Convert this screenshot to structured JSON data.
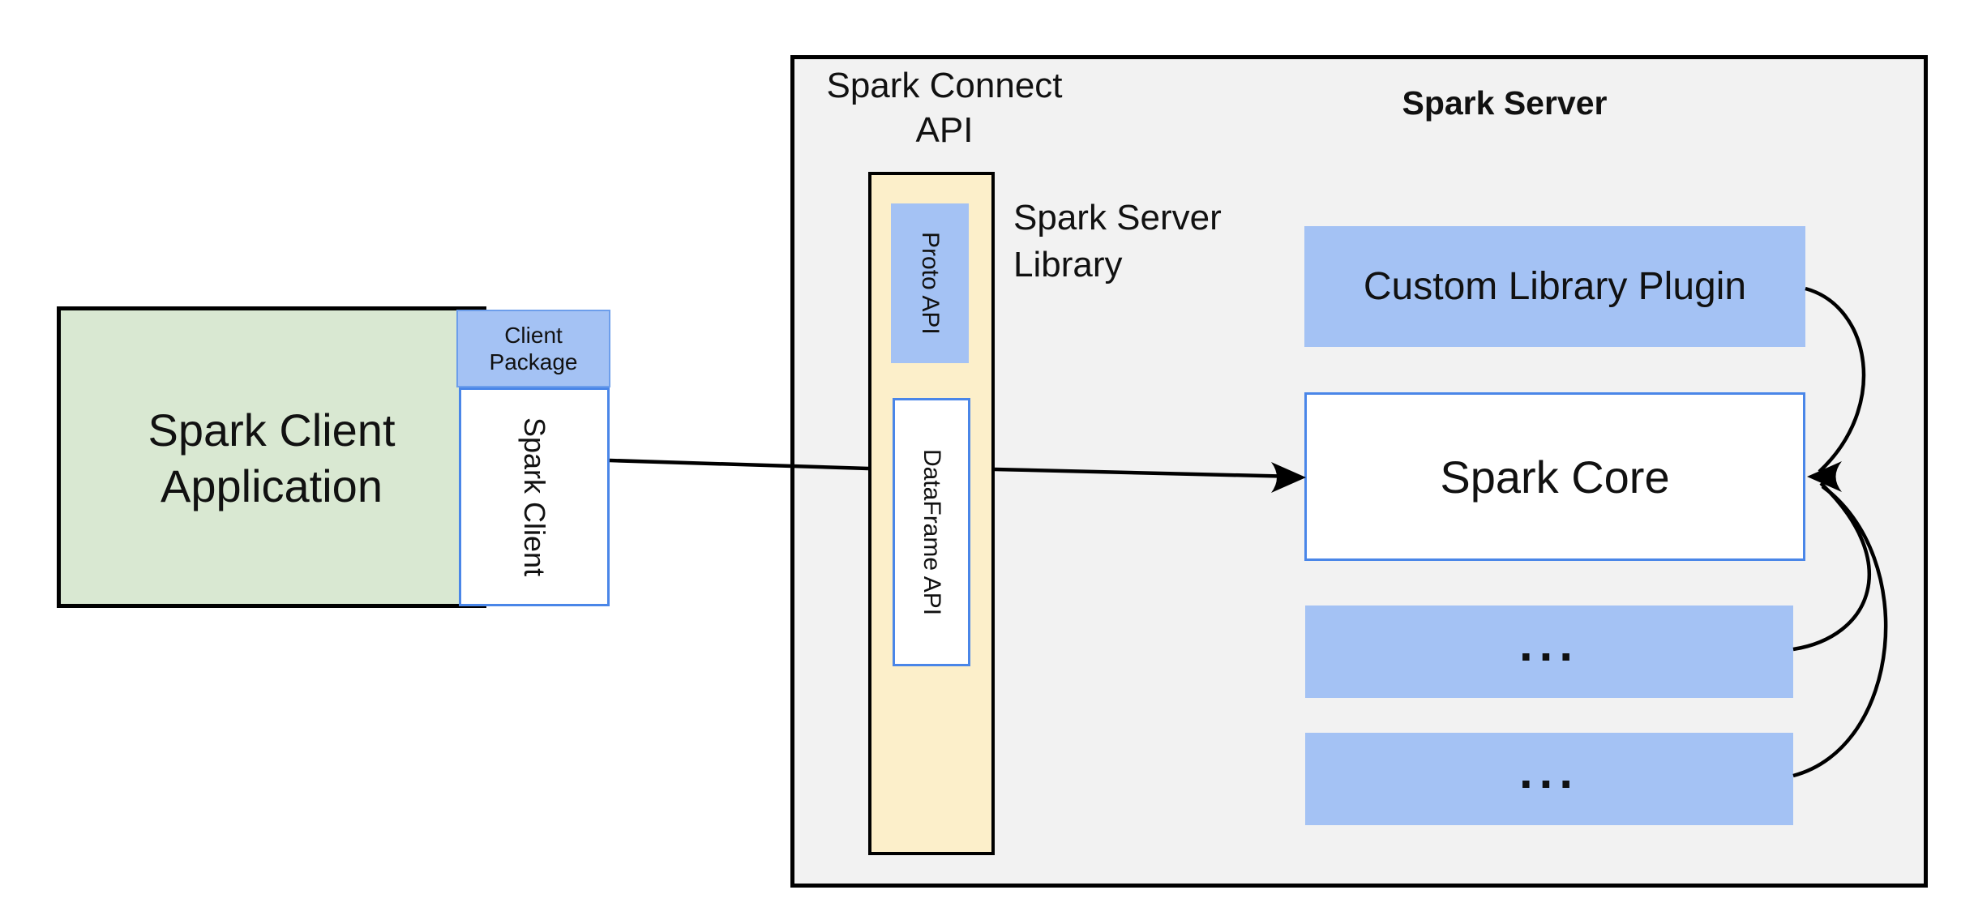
{
  "connect_api": {
    "line1": "Spark Connect",
    "line2": "API"
  },
  "server_library": {
    "line1": "Spark Server",
    "line2": "Library"
  },
  "spark_server": {
    "title": "Spark Server"
  },
  "client_app": {
    "line1": "Spark Client",
    "line2": "Application"
  },
  "client_package": {
    "line1": "Client",
    "line2": "Package"
  },
  "spark_client": {
    "label": "Spark Client"
  },
  "proto_api": {
    "label": "Proto API"
  },
  "dataframe_api": {
    "label": "DataFrame API"
  },
  "plugin": {
    "label": "Custom Library Plugin"
  },
  "spark_core": {
    "label": "Spark Core"
  },
  "module1": {
    "label": "..."
  },
  "module2": {
    "label": "..."
  },
  "colors": {
    "green_fill": "#d9e8d2",
    "blue_fill": "#a4c2f4",
    "yellow_fill": "#fcefca",
    "gray_fill": "#f2f2f2",
    "blue_border": "#4a86e8",
    "line_black": "#000000"
  }
}
